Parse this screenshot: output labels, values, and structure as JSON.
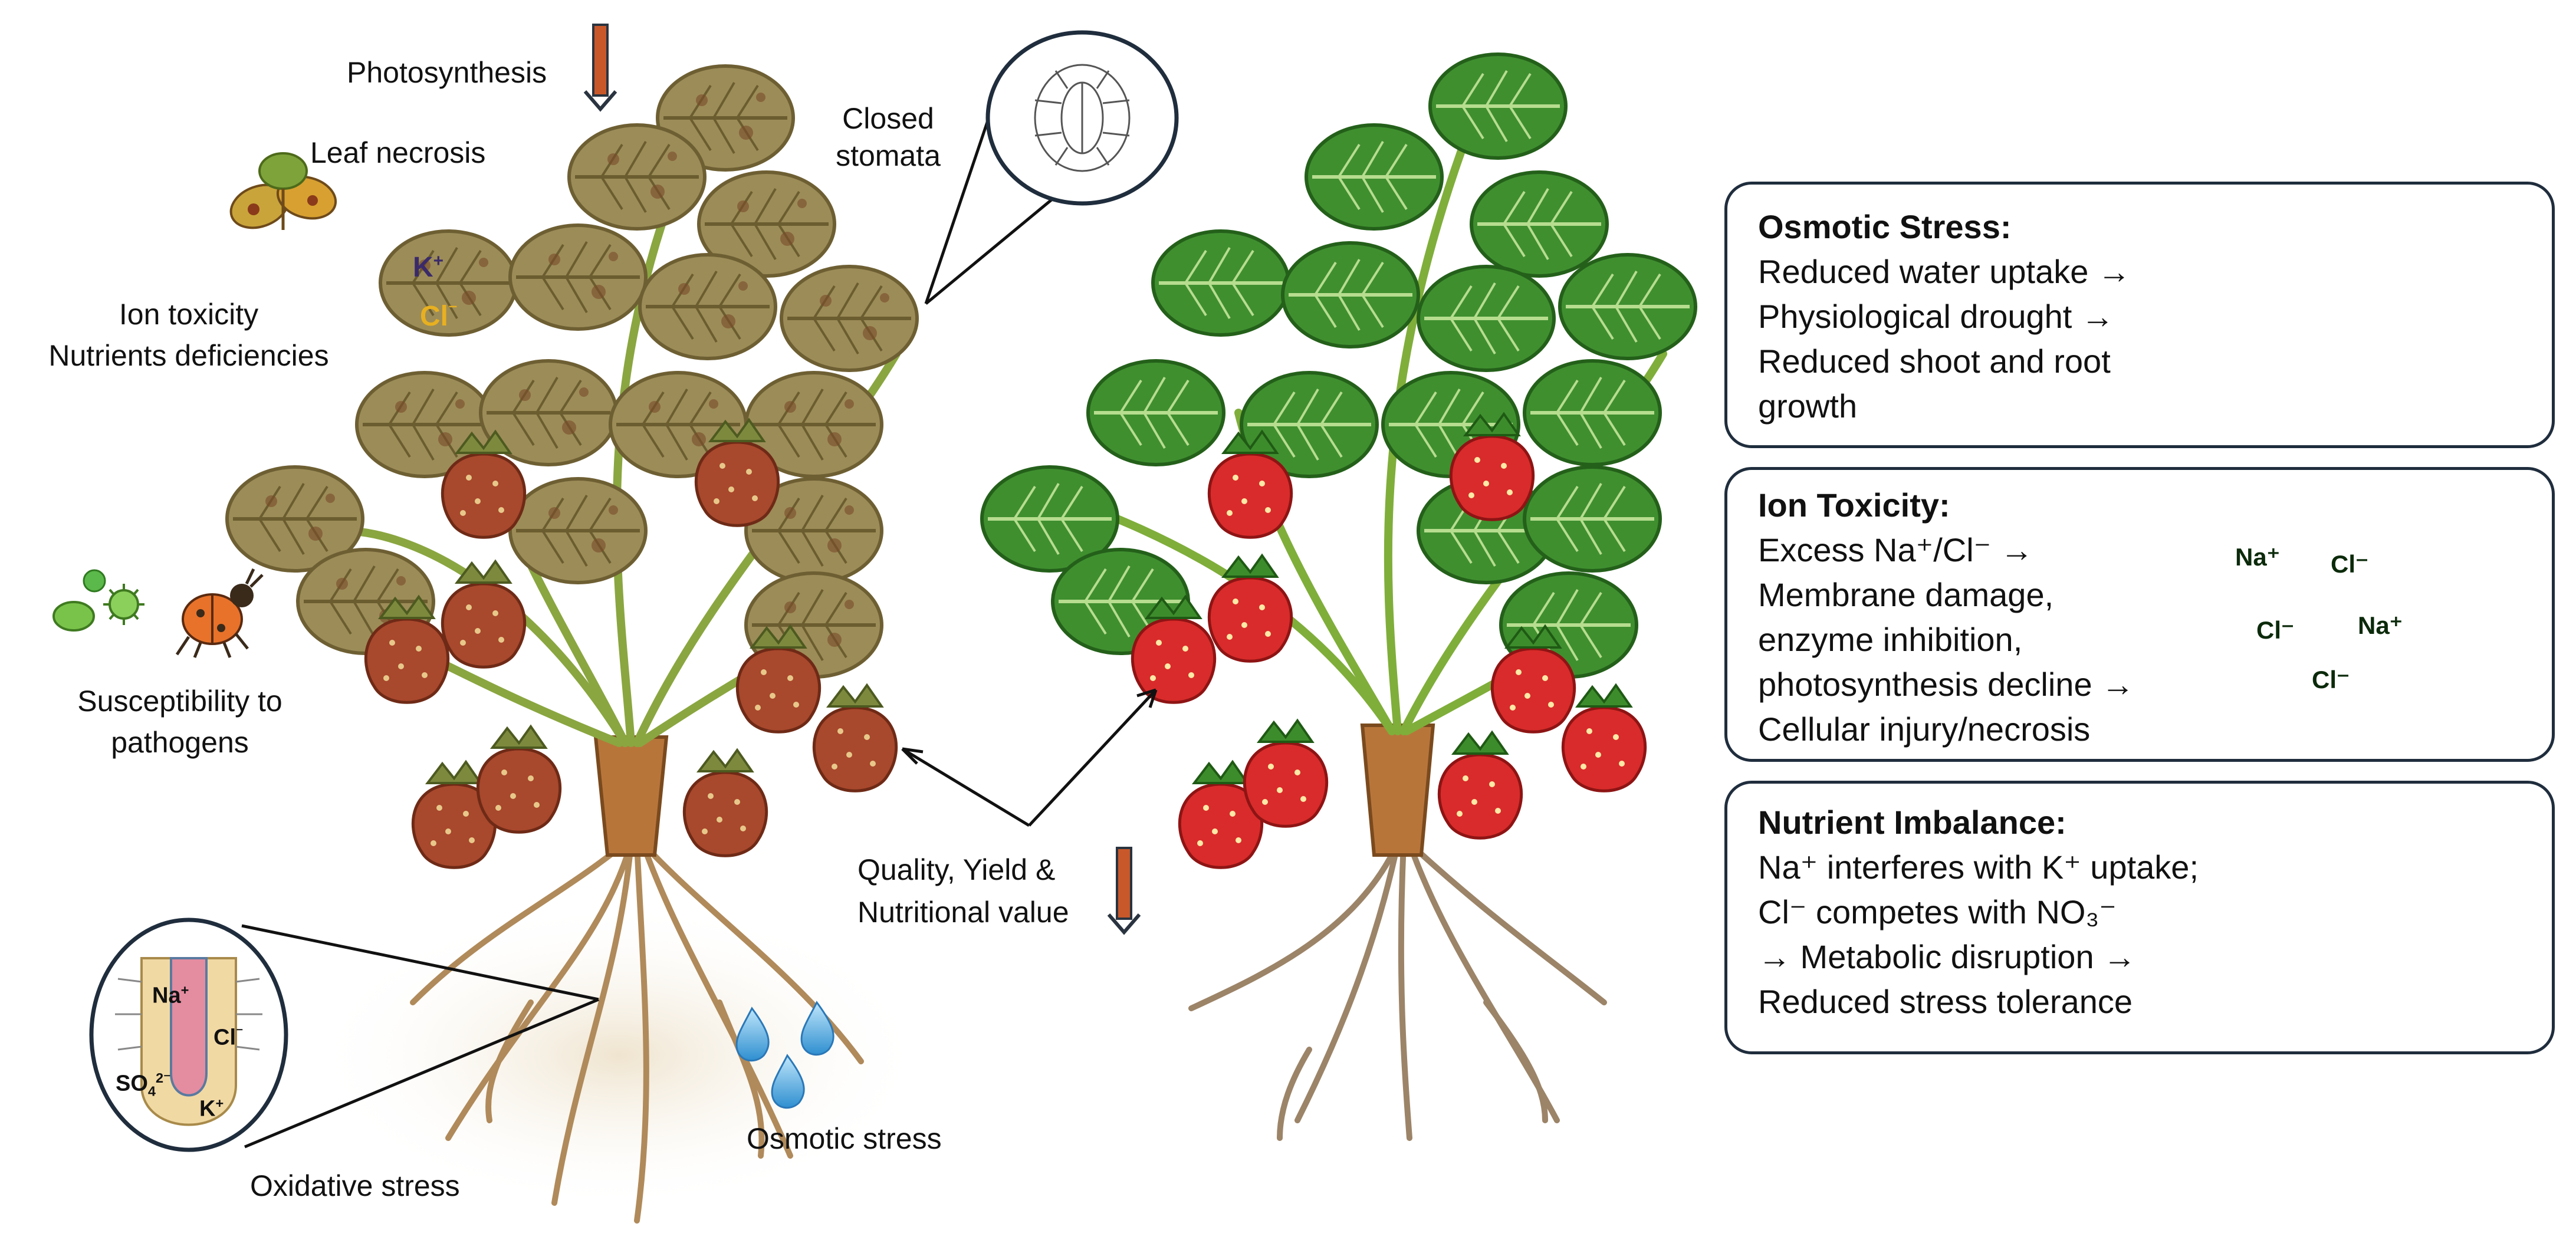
{
  "labels": {
    "photosynthesis": "Photosynthesis",
    "leaf_necrosis": "Leaf necrosis",
    "closed_stomata": "Closed stomata",
    "ion_toxicity": "Ion toxicity",
    "nutrients_deficiencies": "Nutrients deficiencies",
    "susceptibility": "Susceptibility to",
    "pathogens": "pathogens",
    "quality_yield": "Quality, Yield &",
    "nutritional_value": "Nutritional value",
    "osmotic_stress": "Osmotic stress",
    "oxidative_stress": "Oxidative stress"
  },
  "leaf_ions": {
    "k": "K",
    "k_charge": "+",
    "cl": "Cl",
    "cl_charge": "⁻"
  },
  "root_ions": {
    "na": "Na",
    "na_charge": "+",
    "cl": "Cl",
    "cl_charge": "⁻",
    "so4": "SO",
    "so4_sub": "4",
    "so4_charge": "2⁻",
    "k": "K",
    "k_charge": "+"
  },
  "panels": {
    "osmotic": {
      "title": "Osmotic Stress:",
      "lines": [
        "Reduced water uptake →",
        "Physiological drought →",
        "Reduced shoot and root",
        "growth"
      ]
    },
    "ion": {
      "title": "Ion Toxicity:",
      "lines": [
        "Excess Na⁺/Cl⁻ →",
        "Membrane damage,",
        "enzyme inhibition,",
        "photosynthesis decline →",
        "Cellular injury/necrosis"
      ],
      "leaf_ions": [
        "Na⁺",
        "Cl⁻",
        "Cl⁻",
        "Na⁺",
        "Cl⁻"
      ]
    },
    "nutrient": {
      "title": "Nutrient Imbalance:",
      "lines": [
        "Na⁺ interferes with K⁺ uptake;",
        " Cl⁻ competes with NO₃⁻",
        "→ Metabolic disruption →",
        "Reduced stress tolerance"
      ]
    }
  },
  "colors": {
    "panel_border": "#1f2d3d",
    "healthy_leaf": "#3f8f2f",
    "stressed_leaf": "#9a8a55",
    "berry_healthy": "#d92b2b",
    "berry_stressed": "#a8482c",
    "arrow_down": "#c8582a",
    "water_drop": "#4aa8e0"
  }
}
